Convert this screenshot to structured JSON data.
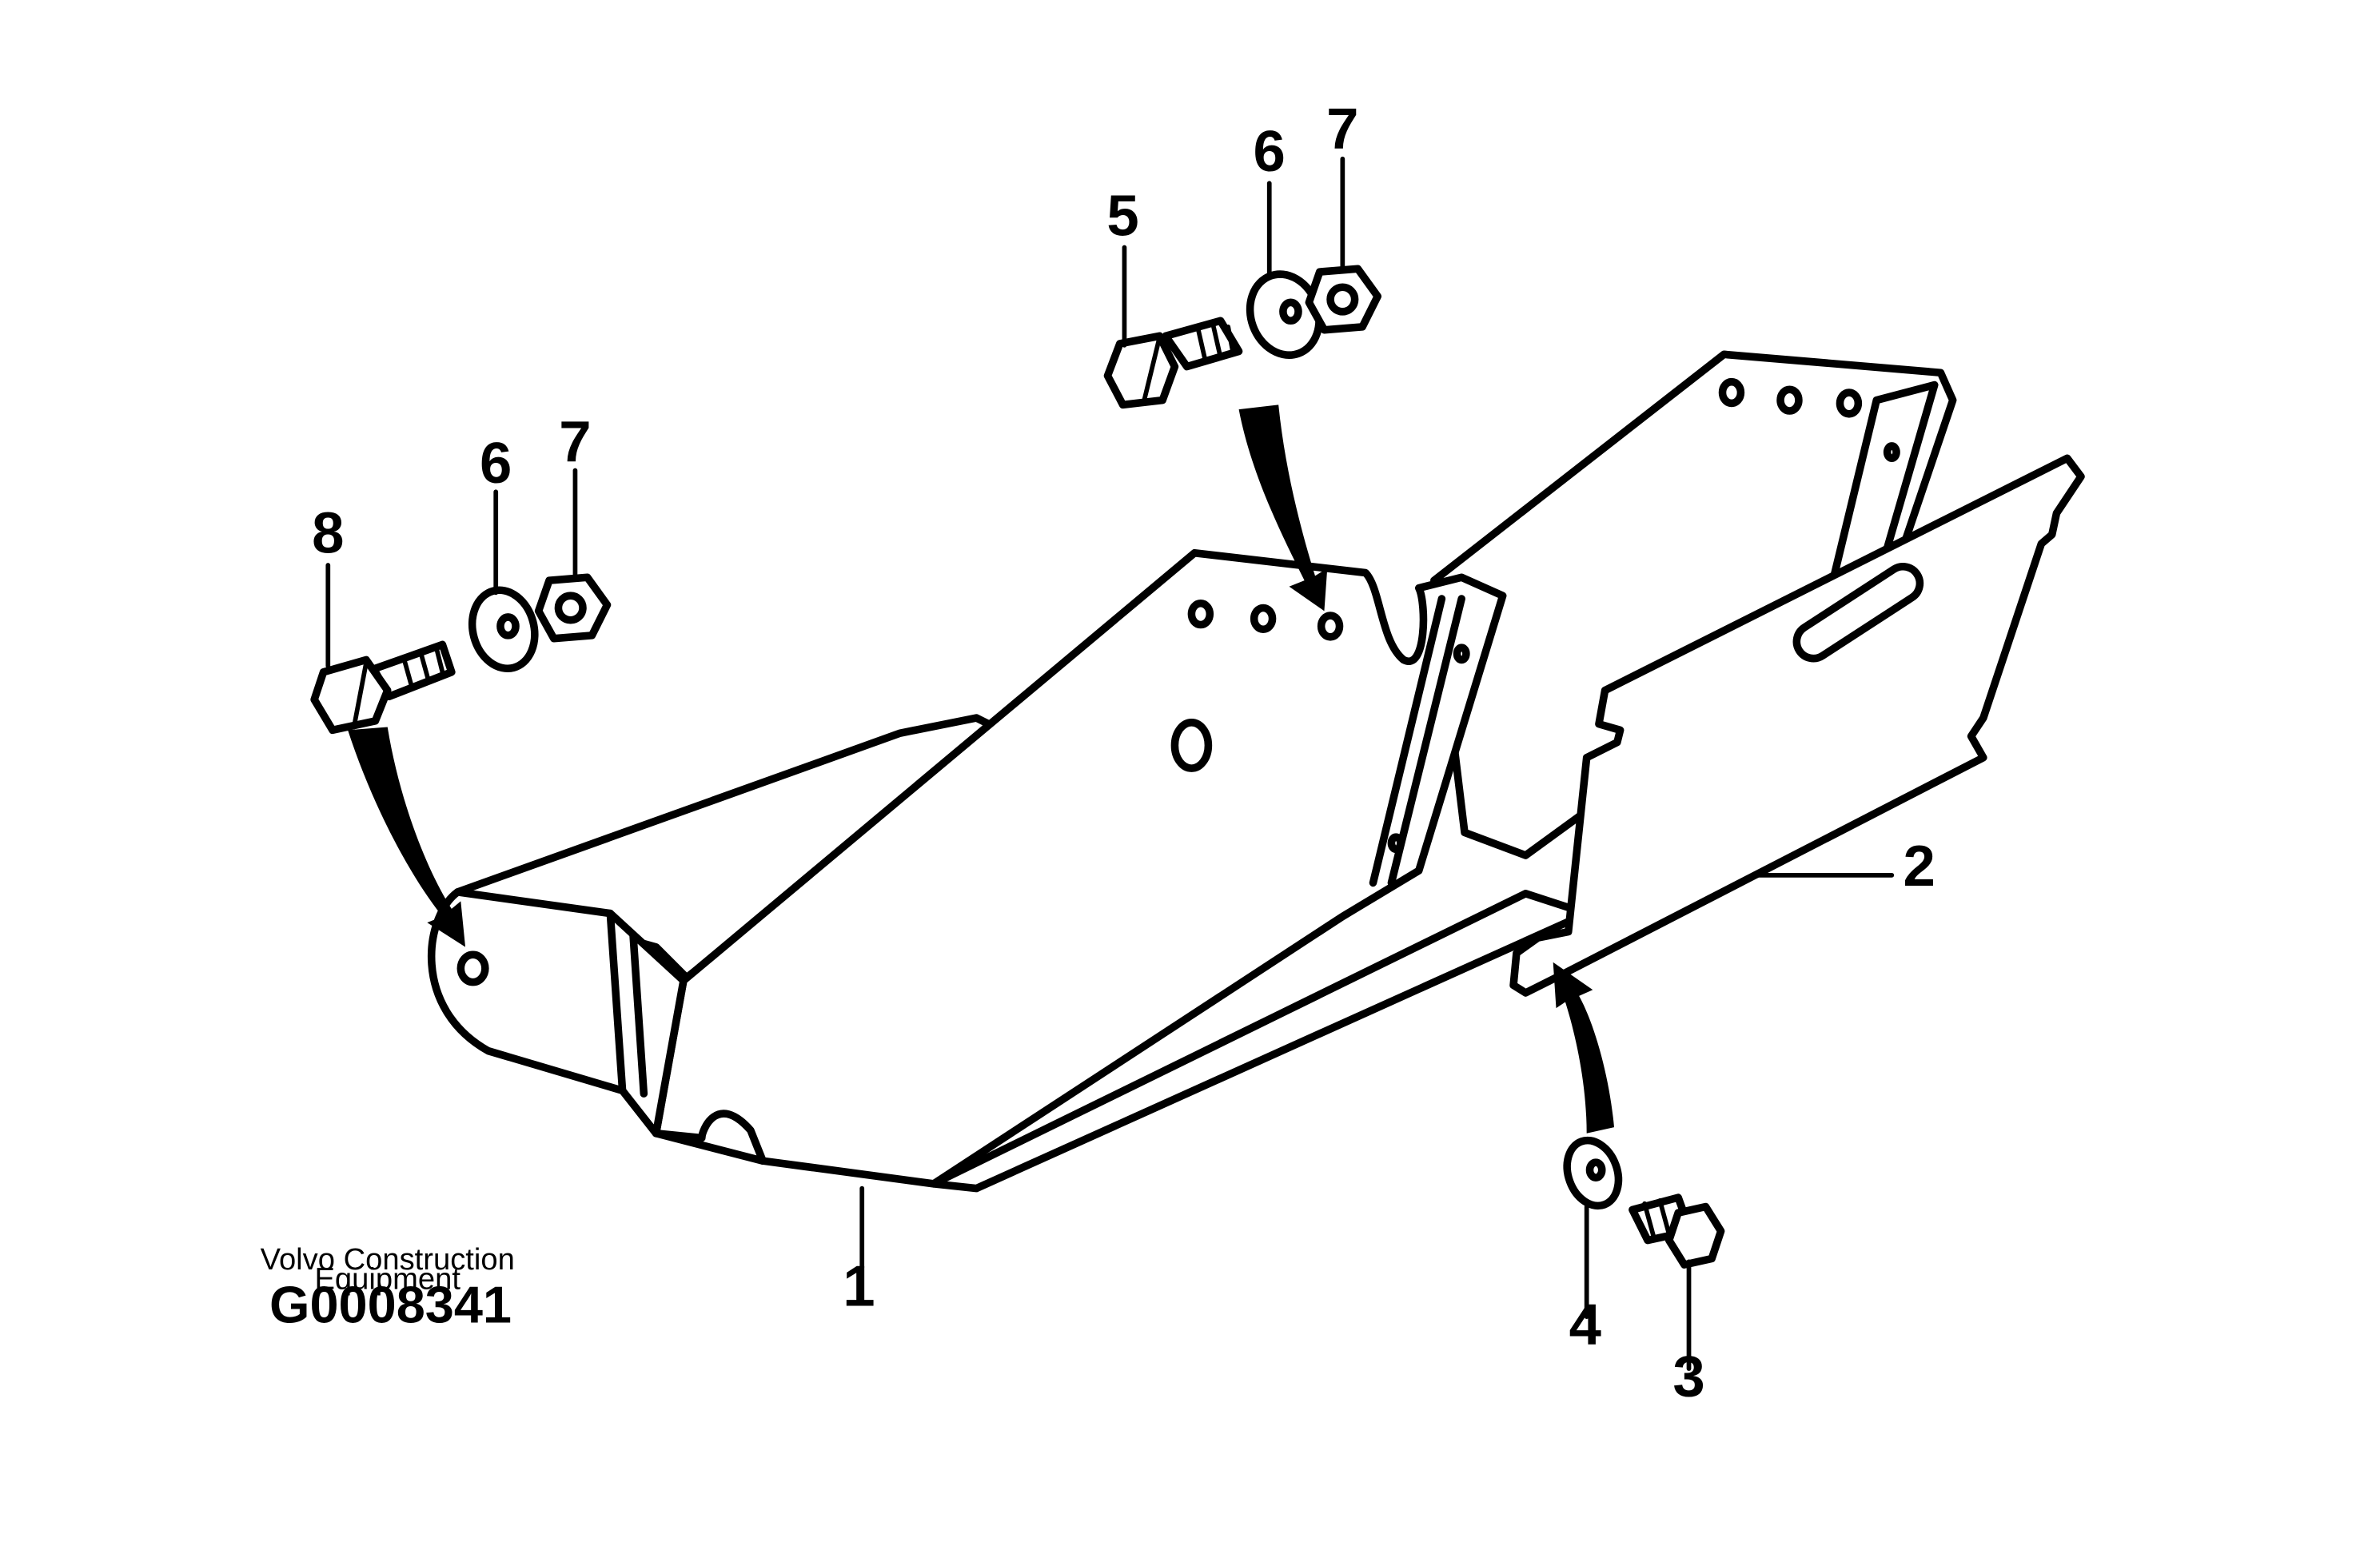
{
  "credit": {
    "line1": "Volvo Construction",
    "line2": "Equipment",
    "code": "G0008341"
  },
  "callouts": [
    "1",
    "2",
    "3",
    "4",
    "5",
    "6",
    "7",
    "6",
    "7",
    "8"
  ]
}
